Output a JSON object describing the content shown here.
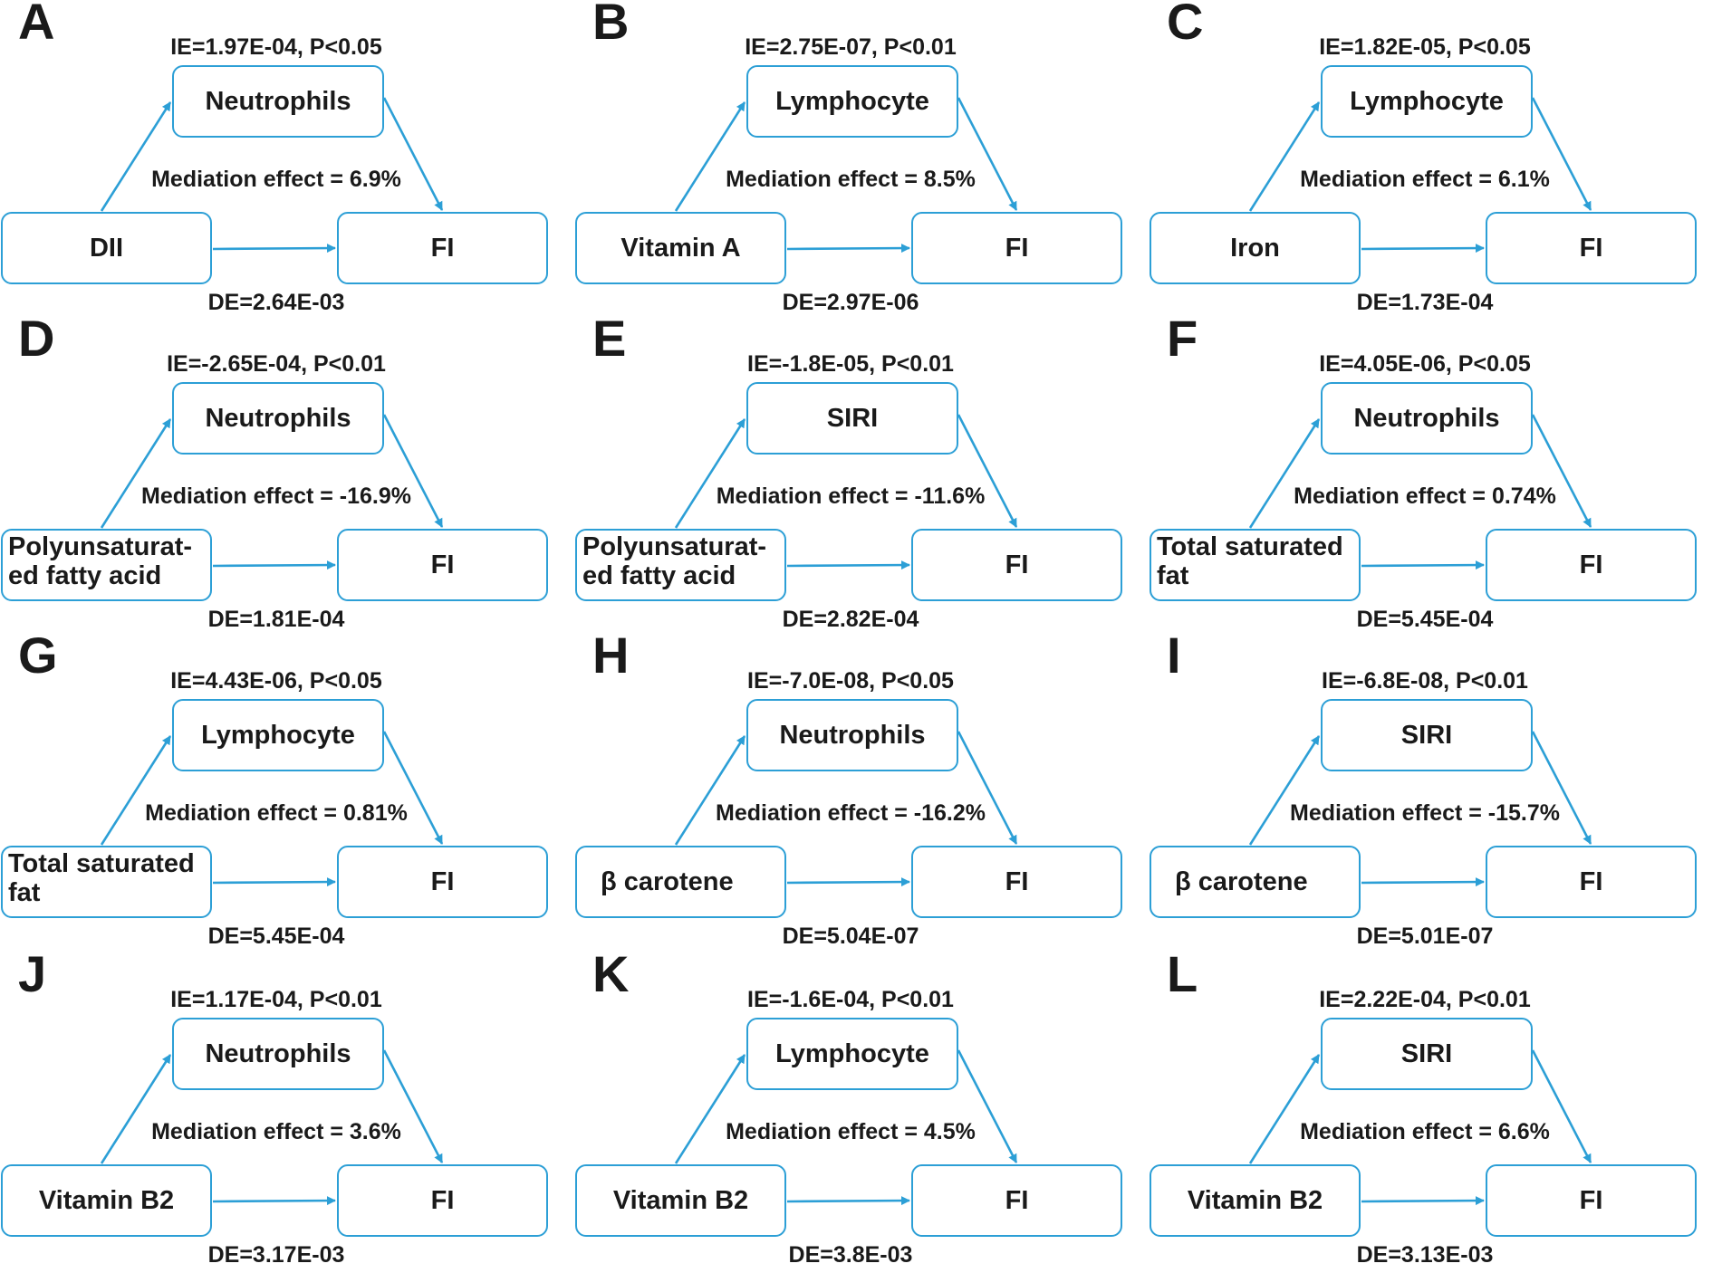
{
  "panels": [
    {
      "letter": "A",
      "ie": "IE=1.97E-04, P<0.05",
      "mediator": "Neutrophils",
      "mediation": "Mediation effect = 6.9%",
      "exposure": "DII",
      "outcome": "FI",
      "de": "DE=2.64E-03"
    },
    {
      "letter": "B",
      "ie": "IE=2.75E-07, P<0.01",
      "mediator": "Lymphocyte",
      "mediation": "Mediation effect = 8.5%",
      "exposure": "Vitamin A",
      "outcome": "FI",
      "de": "DE=2.97E-06"
    },
    {
      "letter": "C",
      "ie": "IE=1.82E-05, P<0.05",
      "mediator": "Lymphocyte",
      "mediation": "Mediation effect = 6.1%",
      "exposure": "Iron",
      "outcome": "FI",
      "de": "DE=1.73E-04"
    },
    {
      "letter": "D",
      "ie": "IE=-2.65E-04, P<0.01",
      "mediator": "Neutrophils",
      "mediation": "Mediation effect = -16.9%",
      "exposure": "Polyunsaturat-ed fatty acid",
      "outcome": "FI",
      "de": "DE=1.81E-04"
    },
    {
      "letter": "E",
      "ie": "IE=-1.8E-05, P<0.01",
      "mediator": "SIRI",
      "mediation": "Mediation effect = -11.6%",
      "exposure": "Polyunsaturat-ed fatty acid",
      "outcome": "FI",
      "de": "DE=2.82E-04"
    },
    {
      "letter": "F",
      "ie": "IE=4.05E-06, P<0.05",
      "mediator": "Neutrophils",
      "mediation": "Mediation effect = 0.74%",
      "exposure": "Total saturated fat",
      "outcome": "FI",
      "de": "DE=5.45E-04"
    },
    {
      "letter": "G",
      "ie": "IE=4.43E-06, P<0.05",
      "mediator": "Lymphocyte",
      "mediation": "Mediation effect = 0.81%",
      "exposure": "Total saturated fat",
      "outcome": "FI",
      "de": "DE=5.45E-04"
    },
    {
      "letter": "H",
      "ie": "IE=-7.0E-08, P<0.05",
      "mediator": "Neutrophils",
      "mediation": "Mediation effect = -16.2%",
      "exposure": "β carotene",
      "outcome": "FI",
      "de": "DE=5.04E-07"
    },
    {
      "letter": "I",
      "ie": "IE=-6.8E-08, P<0.01",
      "mediator": "SIRI",
      "mediation": "Mediation effect = -15.7%",
      "exposure": "β carotene",
      "outcome": "FI",
      "de": "DE=5.01E-07"
    },
    {
      "letter": "J",
      "ie": "IE=1.17E-04, P<0.01",
      "mediator": "Neutrophils",
      "mediation": "Mediation effect = 3.6%",
      "exposure": "Vitamin B2",
      "outcome": "FI",
      "de": "DE=3.17E-03"
    },
    {
      "letter": "K",
      "ie": "IE=-1.6E-04, P<0.01",
      "mediator": "Lymphocyte",
      "mediation": "Mediation effect = 4.5%",
      "exposure": "Vitamin B2",
      "outcome": "FI",
      "de": "DE=3.8E-03"
    },
    {
      "letter": "L",
      "ie": "IE=2.22E-04, P<0.01",
      "mediator": "SIRI",
      "mediation": "Mediation effect = 6.6%",
      "exposure": "Vitamin B2",
      "outcome": "FI",
      "de": "DE=3.13E-03"
    }
  ],
  "colors": {
    "accent": "#2c9fd6",
    "text": "#1a1a1a"
  }
}
